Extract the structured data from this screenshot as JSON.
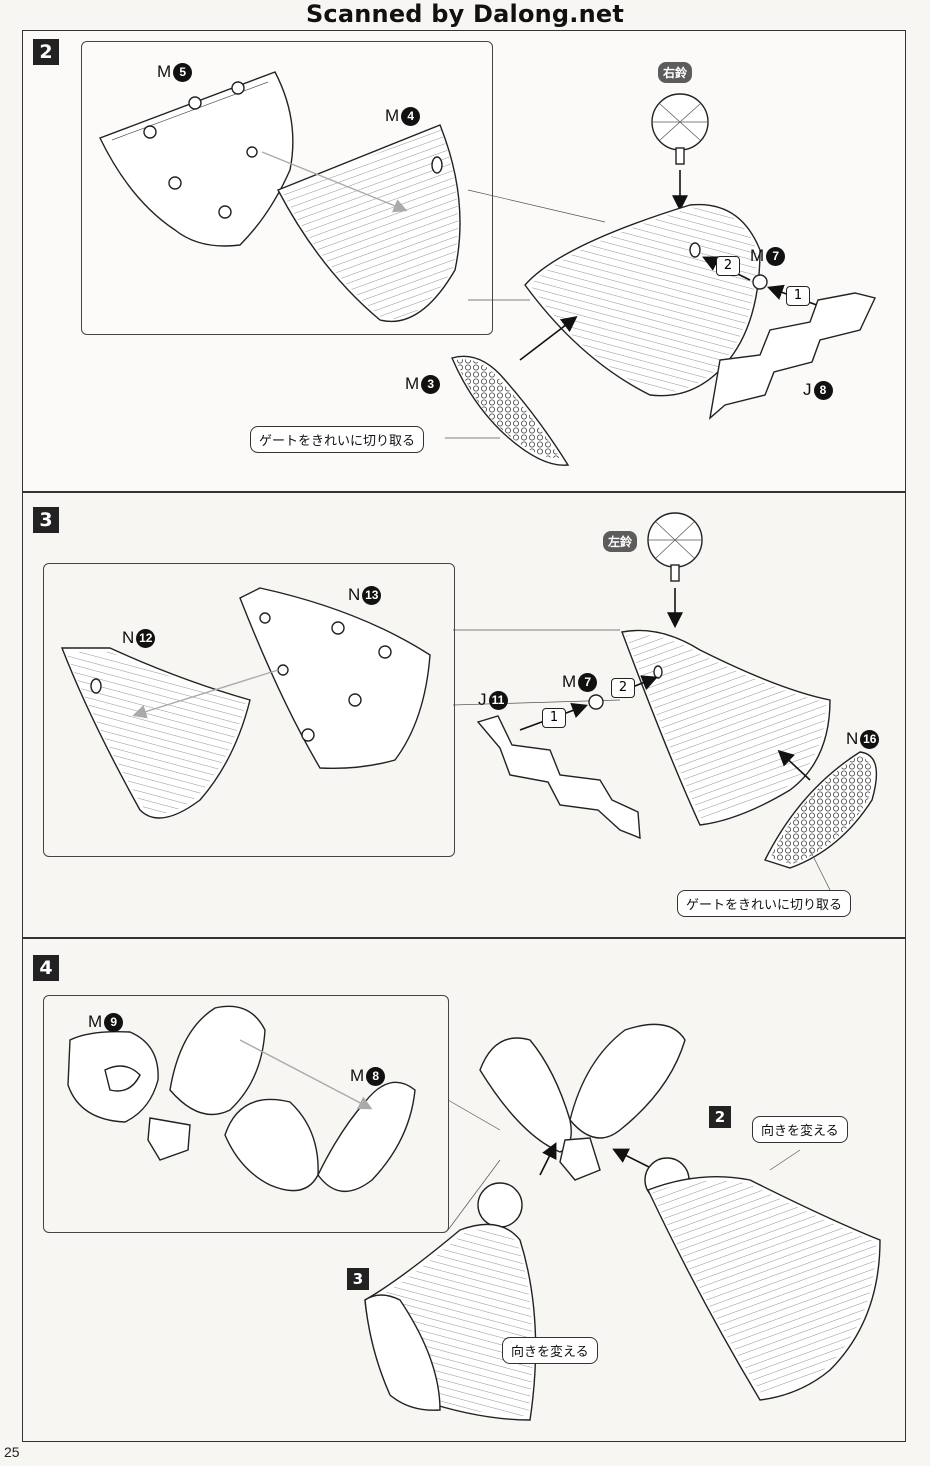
{
  "watermark": "Scanned by Dalong.net",
  "page_number": "25",
  "steps": [
    {
      "number": "2",
      "labels": {
        "m5": {
          "letter": "M",
          "num": "5"
        },
        "m4": {
          "letter": "M",
          "num": "4"
        },
        "m7": {
          "letter": "M",
          "num": "7"
        },
        "m3": {
          "letter": "M",
          "num": "3"
        },
        "j8": {
          "letter": "J",
          "num": "8"
        }
      },
      "bell_tag": "右鈴",
      "order": [
        "1",
        "2"
      ],
      "callout": "ゲートをきれいに切り取る"
    },
    {
      "number": "3",
      "labels": {
        "n12": {
          "letter": "N",
          "num": "12"
        },
        "n13": {
          "letter": "N",
          "num": "13"
        },
        "m7": {
          "letter": "M",
          "num": "7"
        },
        "j11": {
          "letter": "J",
          "num": "11"
        },
        "n16": {
          "letter": "N",
          "num": "16"
        }
      },
      "bell_tag": "左鈴",
      "order": [
        "1",
        "2"
      ],
      "callout": "ゲートをきれいに切り取る"
    },
    {
      "number": "4",
      "labels": {
        "m9": {
          "letter": "M",
          "num": "9"
        },
        "m8": {
          "letter": "M",
          "num": "8"
        }
      },
      "ref_steps": [
        "2",
        "3"
      ],
      "callout_a": "向きを変える",
      "callout_b": "向きを変える"
    }
  ]
}
